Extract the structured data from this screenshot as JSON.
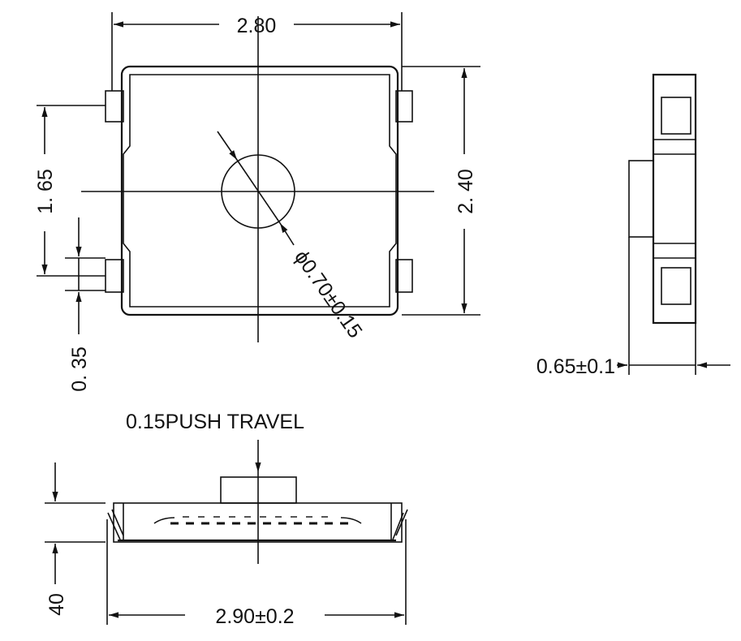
{
  "top_view": {
    "width_dim": "2.80",
    "height_dim": "2. 40",
    "pitch_dim": "1. 65",
    "tab_dim": "0. 35",
    "button_dim": "ϕ0.70±0.15"
  },
  "side_view": {
    "depth_dim": "0.65±0.1"
  },
  "front_view": {
    "travel_label": "0.15PUSH TRAVEL",
    "height_dim": "40",
    "length_dim": "2.90±0.2"
  }
}
